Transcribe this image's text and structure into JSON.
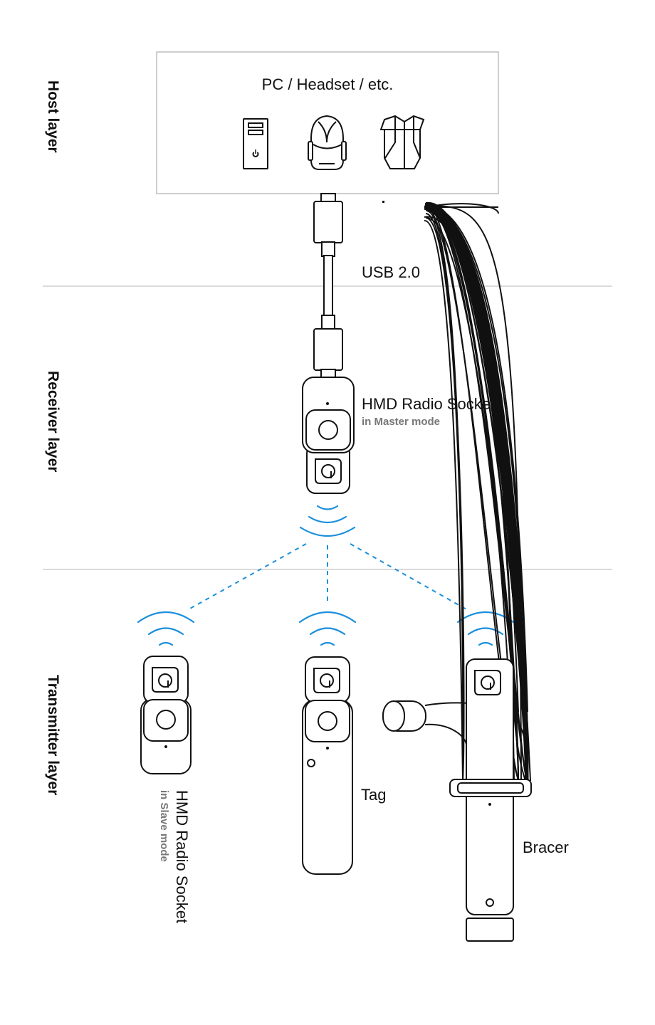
{
  "layers": {
    "host": "Host layer",
    "receiver": "Receiver layer",
    "transmitter": "Transmitter layer"
  },
  "host_box": {
    "title": "PC / Headset / etc.",
    "icons": [
      "pc-tower-icon",
      "vr-headset-icon",
      "backpack-pc-icon"
    ]
  },
  "connection": {
    "label": "USB 2.0"
  },
  "receiver": {
    "name": "HMD Radio Socket",
    "mode": "in Master mode"
  },
  "transmitters": {
    "socket": {
      "name": "HMD Radio Socket",
      "mode": "in Slave mode"
    },
    "tag": {
      "name": "Tag"
    },
    "bracer": {
      "name": "Bracer"
    }
  },
  "colors": {
    "signal": "#1a8fdc",
    "divider": "#cfcfcf",
    "outline": "#111111",
    "subtext": "#777777"
  }
}
